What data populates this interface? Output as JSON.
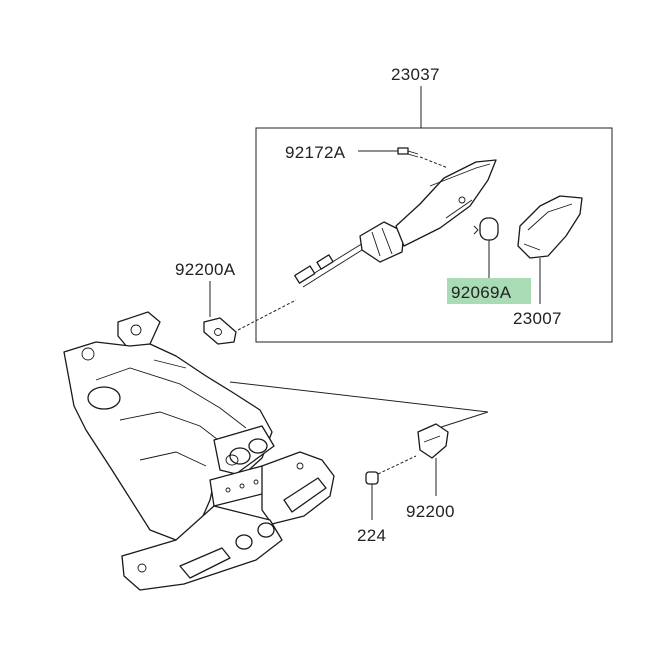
{
  "labels": {
    "assembly": "23037",
    "screw": "92172A",
    "bulb": "92069A",
    "lens": "23007",
    "grommet_left": "92200A",
    "bracket": "92200",
    "bolt": "224"
  },
  "highlight_color": "#a9dcb5"
}
